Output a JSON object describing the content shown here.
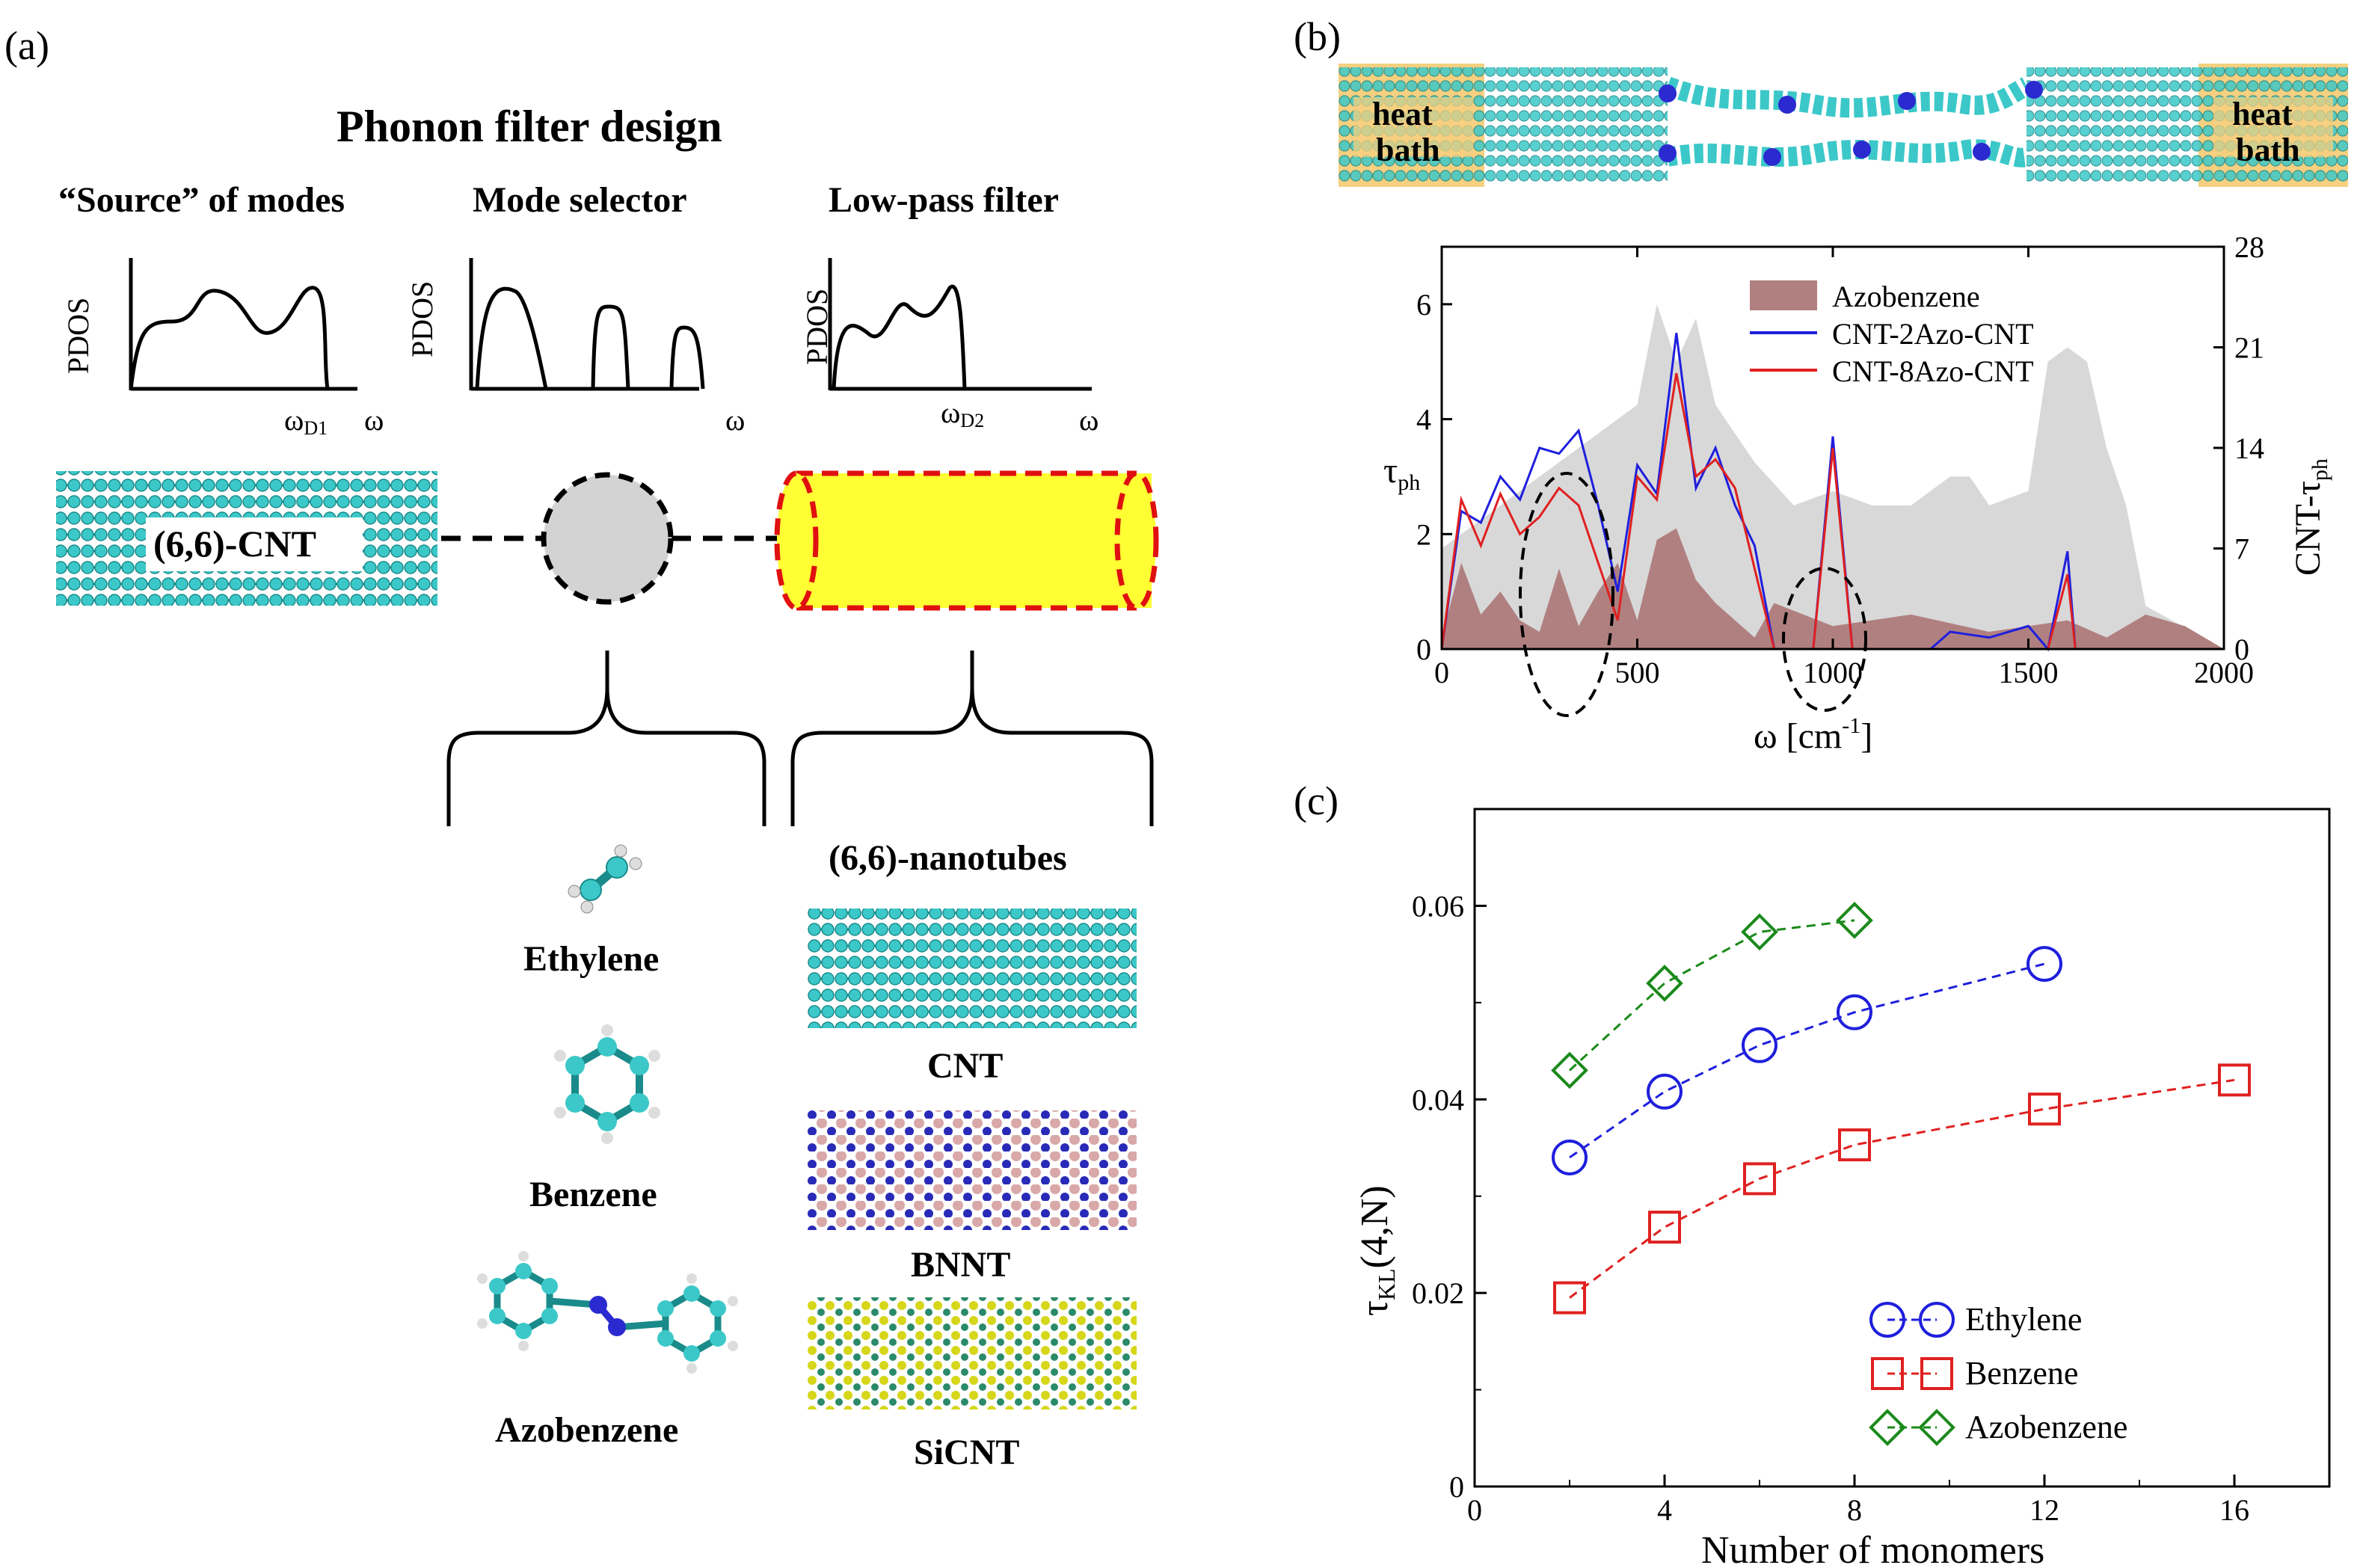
{
  "panel_a": {
    "label": "(a)",
    "title": "Phonon filter design",
    "col_source": "“Source” of modes",
    "col_selector": "Mode selector",
    "col_filter": "Low-pass filter",
    "pdos_label": "PDOS",
    "omega": "ω",
    "omega_d1": "ω",
    "omega_d1_sub": "D1",
    "omega_d2": "ω",
    "omega_d2_sub": "D2",
    "cnt_label": "(6,6)-CNT",
    "nanotubes_title": "(6,6)-nanotubes",
    "molecules": [
      "Ethylene",
      "Benzene",
      "Azobenzene"
    ],
    "nanotubes": [
      "CNT",
      "BNNT",
      "SiCNT"
    ]
  },
  "panel_b": {
    "label": "(b)",
    "heat_bath": [
      "heat",
      "bath"
    ],
    "legend": [
      "Azobenzene",
      "CNT-2Azo-CNT",
      "CNT-8Azo-CNT"
    ],
    "ylabel_left": "τ",
    "ylabel_left_sub": "ph",
    "ylabel_right": "CNT-τ",
    "ylabel_right_sub": "ph",
    "xlabel": "ω [cm",
    "xlabel_sup": "-1",
    "xlabel_end": "]",
    "xticks": [
      "0",
      "500",
      "1000",
      "1500",
      "2000"
    ],
    "yticks_left": [
      "0",
      "2",
      "4",
      "6"
    ],
    "yticks_right": [
      "0",
      "7",
      "14",
      "21",
      "28"
    ]
  },
  "panel_c": {
    "label": "(c)",
    "xlabel": "Number of monomers",
    "ylabel": "τ",
    "ylabel_sub": "KL",
    "ylabel_end": "(4,N)",
    "xticks": [
      "0",
      "4",
      "8",
      "12",
      "16"
    ],
    "yticks": [
      "0",
      "0.02",
      "0.04",
      "0.06"
    ]
  },
  "chart_data": [
    {
      "type": "line",
      "panel": "c",
      "xlabel": "Number of monomers",
      "ylabel": "τKL(4,N)",
      "xlim": [
        0,
        18
      ],
      "ylim": [
        0,
        0.07
      ],
      "grid": false,
      "legend_position": "bottom-right",
      "series": [
        {
          "name": "Ethylene",
          "color": "#1f1fdd",
          "marker": "circle",
          "x": [
            2,
            4,
            6,
            8,
            12
          ],
          "y": [
            0.034,
            0.0408,
            0.0456,
            0.049,
            0.054
          ]
        },
        {
          "name": "Benzene",
          "color": "#e02020",
          "marker": "square",
          "x": [
            2,
            4,
            6,
            8,
            12,
            16
          ],
          "y": [
            0.0195,
            0.0268,
            0.0318,
            0.0353,
            0.039,
            0.042
          ]
        },
        {
          "name": "Azobenzene",
          "color": "#1a8a1a",
          "marker": "diamond",
          "x": [
            2,
            4,
            6,
            8
          ],
          "y": [
            0.043,
            0.052,
            0.0573,
            0.0585
          ]
        }
      ]
    },
    {
      "type": "area",
      "panel": "b",
      "xlabel": "ω [cm-1]",
      "ylabel": "τph",
      "xlim": [
        0,
        2000
      ],
      "ylim": [
        0,
        7
      ],
      "ylim_right": [
        0,
        28
      ],
      "legend_position": "top-right",
      "series": [
        {
          "name": "Azobenzene",
          "color": "#b08080",
          "x": [
            0,
            50,
            100,
            150,
            200,
            250,
            300,
            350,
            400,
            450,
            500,
            550,
            600,
            650,
            700,
            750,
            800,
            850,
            1000,
            1200,
            1400,
            1600,
            1700,
            1800,
            1900,
            2000
          ],
          "y": [
            0.2,
            1.5,
            0.6,
            1.0,
            0.5,
            0.3,
            1.4,
            0.4,
            1.0,
            1.5,
            0.5,
            1.9,
            2.1,
            1.2,
            0.8,
            0.5,
            0.2,
            0.8,
            0.4,
            0.6,
            0.3,
            0.5,
            0.2,
            0.6,
            0.4,
            0.0
          ]
        },
        {
          "name": "CNT-2Azo-CNT",
          "color": "#1f1fdd",
          "x": [
            0,
            50,
            100,
            150,
            200,
            250,
            300,
            350,
            400,
            450,
            500,
            550,
            600,
            650,
            700,
            750,
            800,
            850,
            950,
            1000,
            1050,
            1250,
            1300,
            1400,
            1500,
            1550,
            1600,
            1620,
            2000
          ],
          "y": [
            0,
            2.4,
            2.2,
            3.0,
            2.6,
            3.5,
            3.4,
            3.8,
            2.5,
            1.0,
            3.2,
            2.7,
            5.5,
            2.8,
            3.5,
            2.5,
            1.8,
            0.0,
            0.0,
            3.7,
            0.0,
            0.0,
            0.3,
            0.2,
            0.4,
            0.0,
            1.7,
            0.0,
            0.0
          ]
        },
        {
          "name": "CNT-8Azo-CNT",
          "color": "#e02020",
          "x": [
            0,
            50,
            100,
            150,
            200,
            250,
            300,
            350,
            400,
            450,
            500,
            550,
            600,
            650,
            700,
            750,
            800,
            850,
            950,
            1000,
            1050,
            1550,
            1600,
            1620,
            2000
          ],
          "y": [
            0,
            2.6,
            1.8,
            2.7,
            2.0,
            2.3,
            2.8,
            2.5,
            1.5,
            0.5,
            3.0,
            2.6,
            4.8,
            3.0,
            3.3,
            2.8,
            1.4,
            0.0,
            0.0,
            3.5,
            0.0,
            0.0,
            1.3,
            0.0,
            0.0
          ]
        },
        {
          "name": "CNT-τph",
          "color": "#d8d8d8",
          "axis": "right",
          "x": [
            0,
            100,
            200,
            300,
            400,
            500,
            550,
            600,
            650,
            700,
            800,
            900,
            1000,
            1100,
            1200,
            1300,
            1350,
            1400,
            1500,
            1550,
            1600,
            1650,
            1700,
            1750,
            1800,
            2000
          ],
          "y": [
            7,
            9,
            11,
            13,
            15,
            17,
            24,
            20,
            23,
            17,
            13,
            10,
            11,
            10,
            10,
            12,
            12,
            10,
            11,
            20,
            21,
            20,
            14,
            10,
            3,
            0
          ]
        }
      ]
    }
  ]
}
